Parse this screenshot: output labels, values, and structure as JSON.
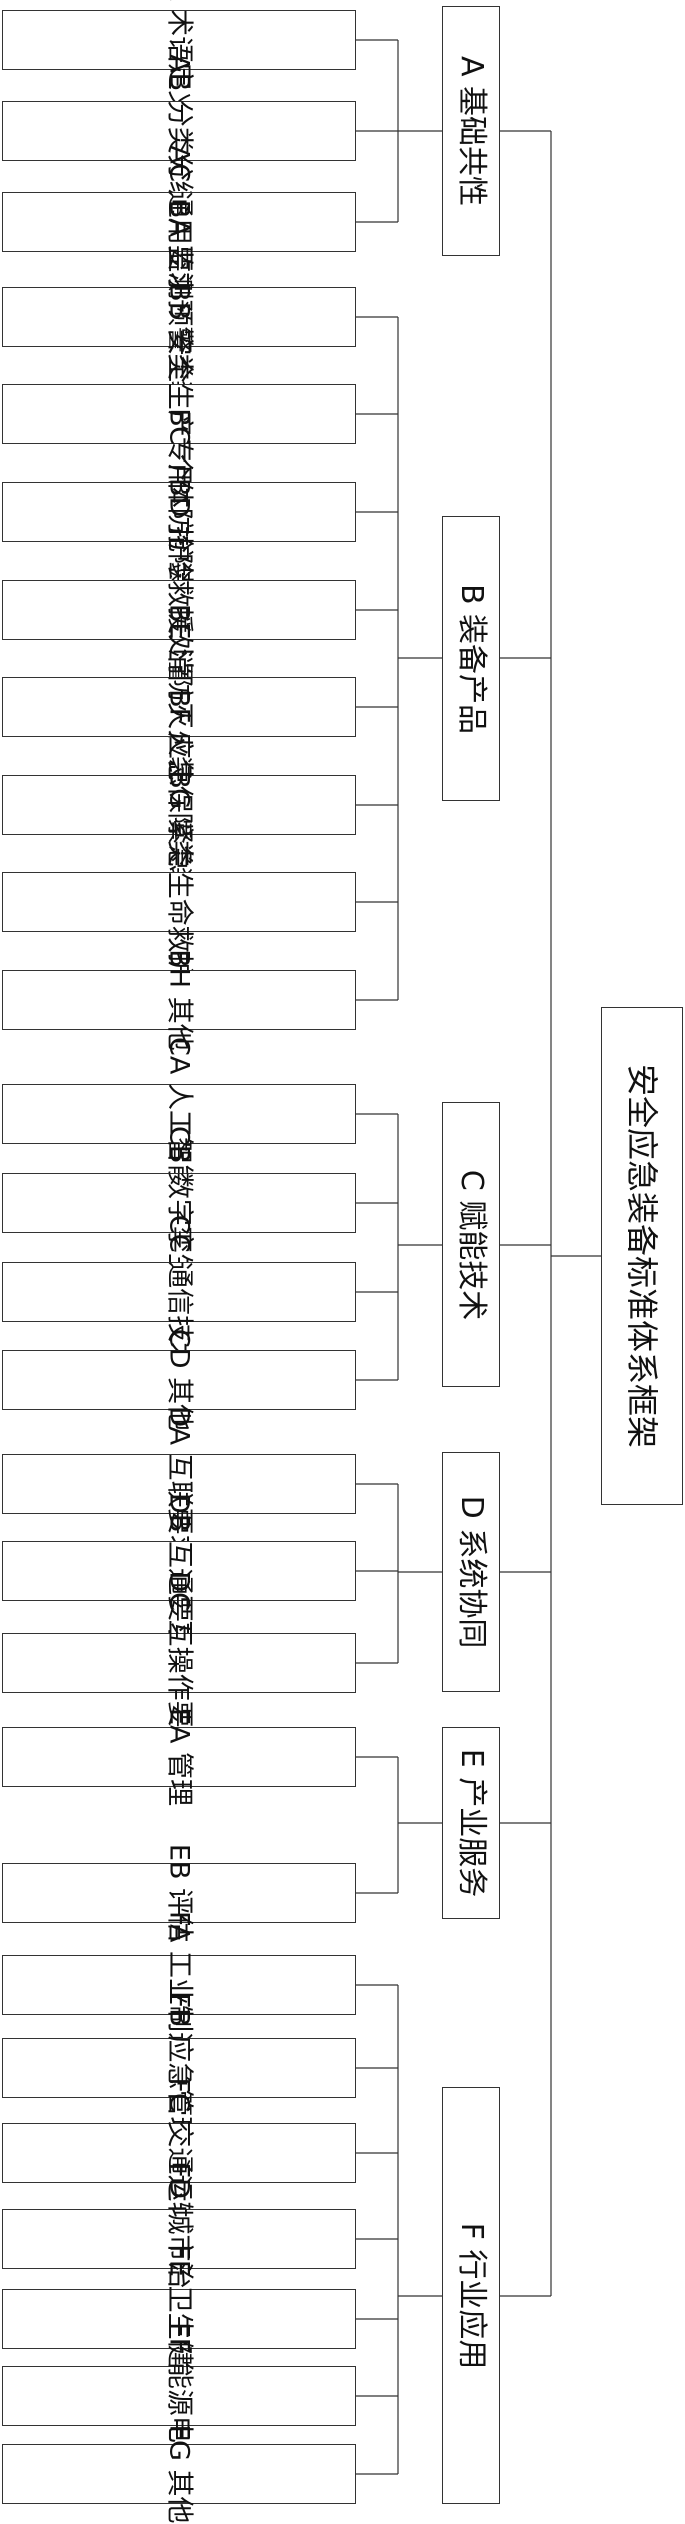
{
  "root": {
    "label": "安全应急装备标准体系框架"
  },
  "categories": [
    {
      "label": "A 基础共性",
      "children": [
        "AA 术语定义",
        "AB 分类分级",
        "AC 通用要求"
      ]
    },
    {
      "label": "B 装备产品",
      "children": [
        "BA 监测预警类装备",
        "BB 安全生产专用装备",
        "BC 个体防护装备",
        "BD 抢险救援处置装备",
        "BE 消防灭火装备",
        "BF 应急保障类装备",
        "BG 紧急生命救护装备",
        "BH 其他"
      ]
    },
    {
      "label": "C 赋能技术",
      "children": [
        "CA 人工智能",
        "CB 数字孪生",
        "CC 通信技术",
        "CD 其他"
      ]
    },
    {
      "label": "D 系统协同",
      "children": [
        "DA 互联要求",
        "DB 互通要求",
        "DC 互操作要求"
      ]
    },
    {
      "label": "E 产业服务",
      "children": [
        "EA 管理",
        "EB 评估"
      ]
    },
    {
      "label": "F 行业应用",
      "children": [
        "FA 工业制造",
        "FB 应急管理",
        "FC 交通运输",
        "FD 城市治理",
        "FE 卫生健康",
        "FF 能源电力",
        "FG 其他"
      ]
    }
  ]
}
